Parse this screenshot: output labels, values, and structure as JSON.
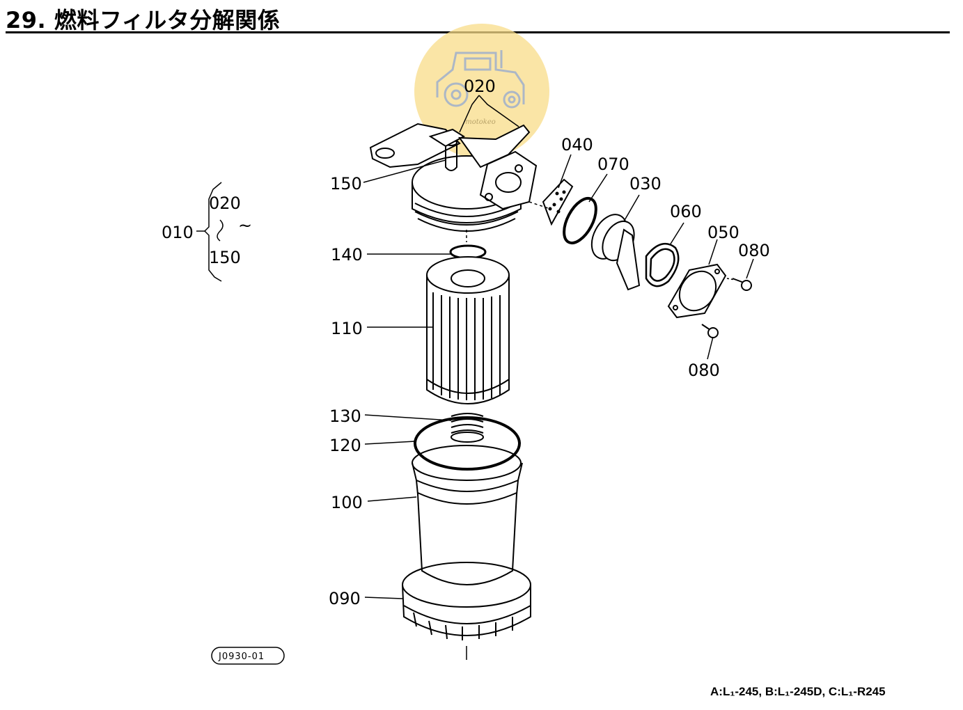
{
  "title": "29. 燃料フィルタ分解関係",
  "figure_id": "J0930-01",
  "watermark": {
    "text": "motokeo",
    "icon": "tractor-icon",
    "color": "#f6d77a"
  },
  "assembly": {
    "number": "010",
    "range_start": "020",
    "range_tilde": "~",
    "range_end": "150"
  },
  "parts": [
    {
      "id": "p020",
      "number": "020"
    },
    {
      "id": "p040",
      "number": "040"
    },
    {
      "id": "p070",
      "number": "070"
    },
    {
      "id": "p030",
      "number": "030"
    },
    {
      "id": "p060",
      "number": "060"
    },
    {
      "id": "p050",
      "number": "050"
    },
    {
      "id": "p080a",
      "number": "080"
    },
    {
      "id": "p080b",
      "number": "080"
    },
    {
      "id": "p150",
      "number": "150"
    },
    {
      "id": "p140",
      "number": "140"
    },
    {
      "id": "p110",
      "number": "110"
    },
    {
      "id": "p130",
      "number": "130"
    },
    {
      "id": "p120",
      "number": "120"
    },
    {
      "id": "p100",
      "number": "100"
    },
    {
      "id": "p090",
      "number": "090"
    }
  ],
  "footer": {
    "models": "A:L₁-245,  B:L₁-245D,  C:L₁-R245"
  }
}
